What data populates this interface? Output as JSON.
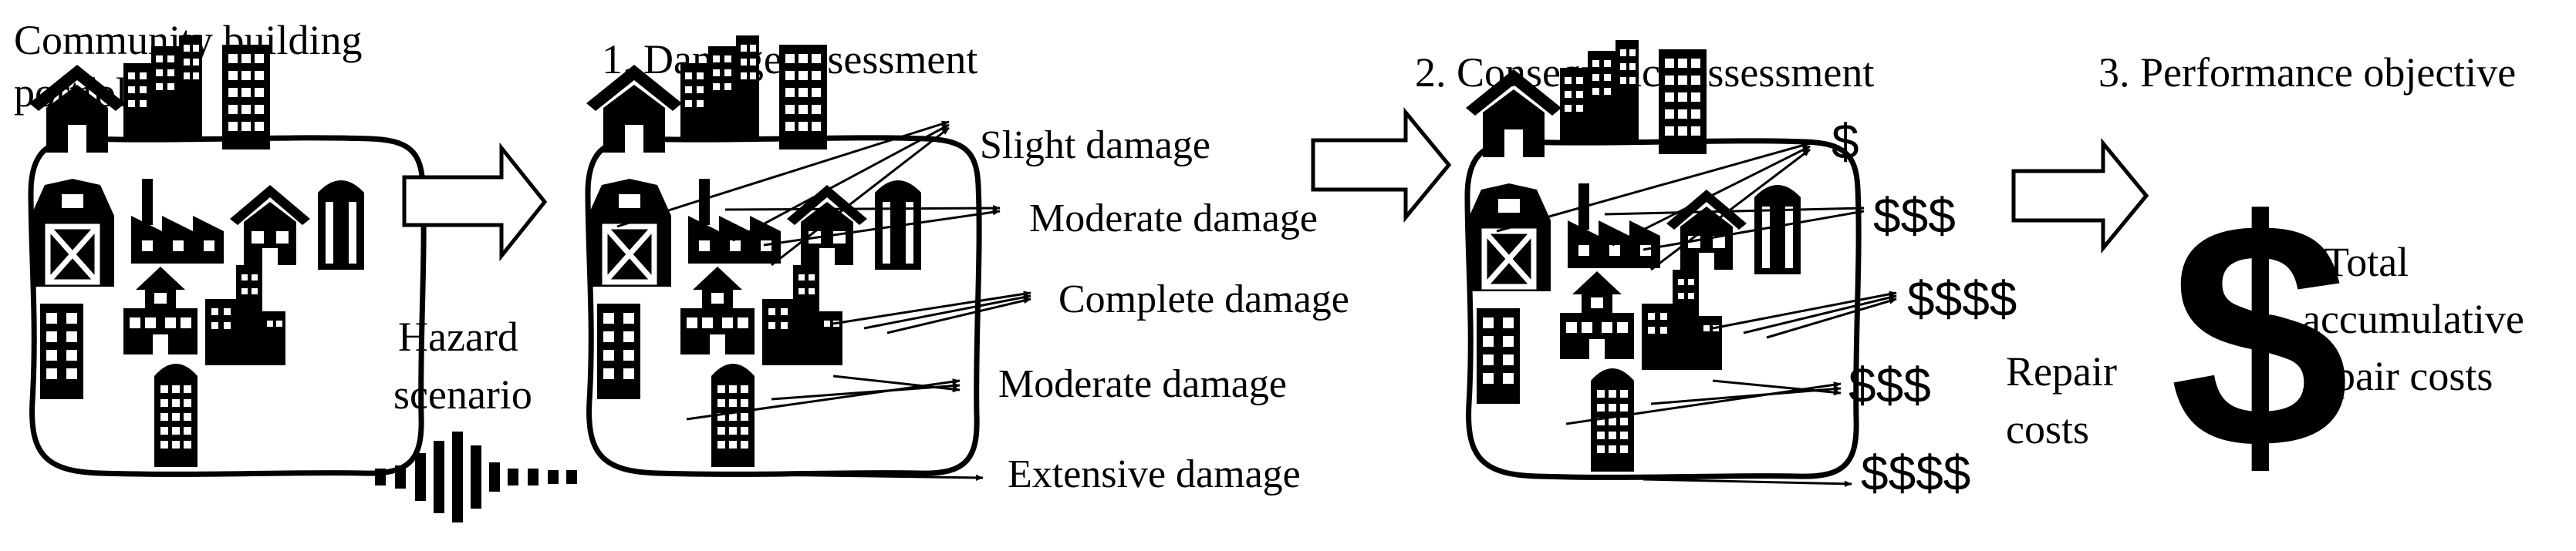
{
  "stage1": {
    "title_line1": "Community building",
    "title_line2": "portfolios",
    "hazard_line1": "Hazard",
    "hazard_line2": "scenario"
  },
  "stage2": {
    "title": "1. Damage assessment",
    "damage_states": [
      "Slight damage",
      "Moderate  damage",
      "Complete  damage",
      "Moderate  damage",
      "Extensive  damage"
    ]
  },
  "stage3": {
    "title": "2. Consequence assessment",
    "costs": [
      "$",
      "$$$",
      "$$$$",
      "$$$",
      "$$$$"
    ],
    "repair_line1": "Repair",
    "repair_line2": "costs"
  },
  "stage4": {
    "title": "3. Performance objective",
    "symbol": "$",
    "total_line1": "Total",
    "total_line2": "accumulative",
    "total_line3": "repair costs"
  }
}
